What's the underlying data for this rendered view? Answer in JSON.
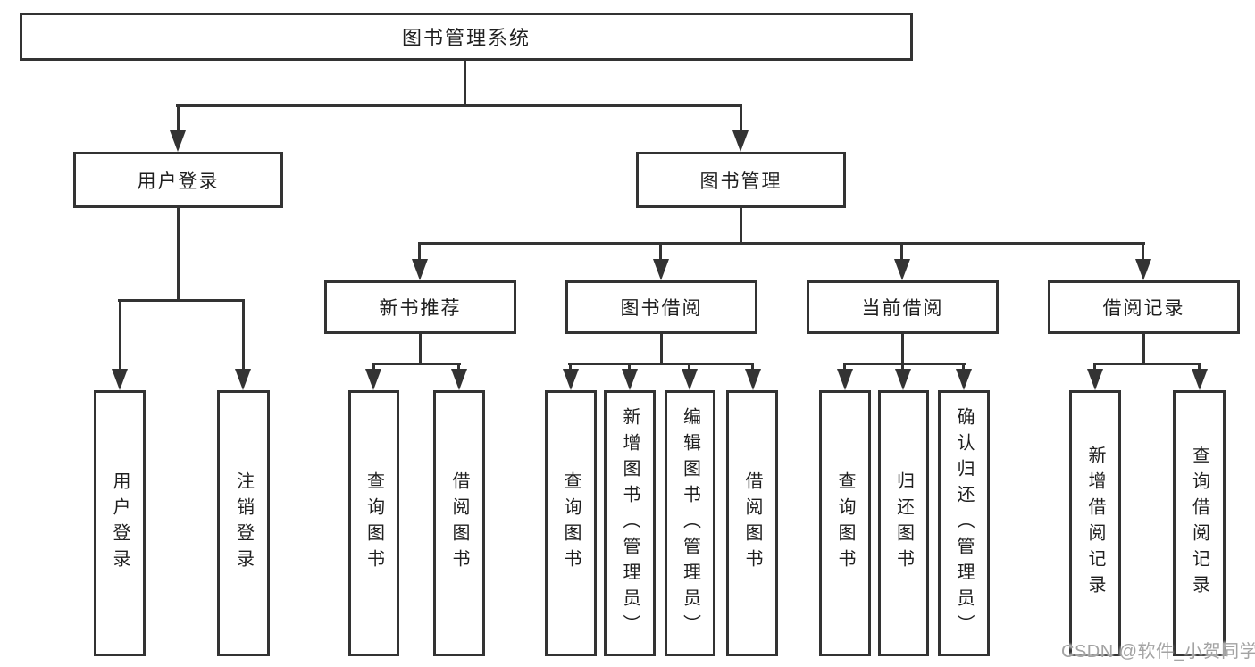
{
  "tree": {
    "root": {
      "label": "图书管理系统"
    },
    "branches": [
      {
        "label": "用户登录",
        "children": [
          {
            "label": "用户登录"
          },
          {
            "label": "注销登录"
          }
        ]
      },
      {
        "label": "图书管理",
        "children": [
          {
            "label": "新书推荐",
            "children": [
              {
                "label": "查询图书"
              },
              {
                "label": "借阅图书"
              }
            ]
          },
          {
            "label": "图书借阅",
            "children": [
              {
                "label": "查询图书"
              },
              {
                "label": "新增图书（管理员）"
              },
              {
                "label": "编辑图书（管理员）"
              },
              {
                "label": "借阅图书"
              }
            ]
          },
          {
            "label": "当前借阅",
            "children": [
              {
                "label": "查询图书"
              },
              {
                "label": "归还图书"
              },
              {
                "label": "确认归还（管理员）"
              }
            ]
          },
          {
            "label": "借阅记录",
            "children": [
              {
                "label": "新增借阅记录"
              },
              {
                "label": "查询借阅记录"
              }
            ]
          }
        ]
      }
    ]
  },
  "watermark": "CSDN @软件_小贺同学",
  "colors": {
    "line": "#333333",
    "box_border": "#333333",
    "text": "#1f1f1f",
    "watermark": "#a3a3a3",
    "background": "#ffffff"
  }
}
